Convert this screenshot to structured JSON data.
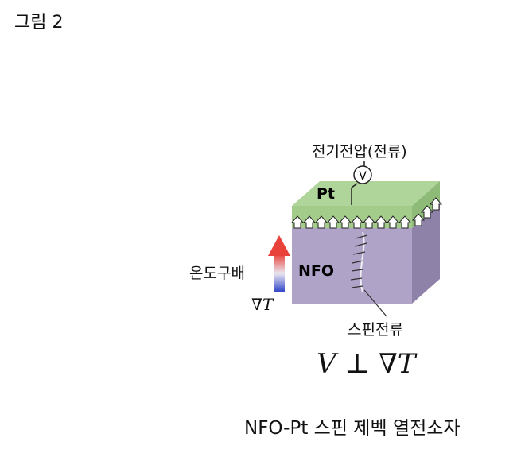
{
  "figure": {
    "title": "그림 2",
    "caption": "NFO-Pt 스핀 제벡 열전소자"
  },
  "labels": {
    "voltage": "전기전압(전류)",
    "voltmeter": "V",
    "pt_layer": "Pt",
    "nfo_layer": "NFO",
    "temperature_gradient": "온도구배",
    "nabla_t": "∇T",
    "spin_current": "스핀전류",
    "equation": "V ⊥ ∇T"
  },
  "colors": {
    "pt_top": "#a8cf8f",
    "pt_front": "#9fc788",
    "nfo_front": "#b0a3c8",
    "nfo_side": "#8f82a8",
    "gradient_hot": "#e8423a",
    "gradient_cold": "#2b3fc8"
  }
}
